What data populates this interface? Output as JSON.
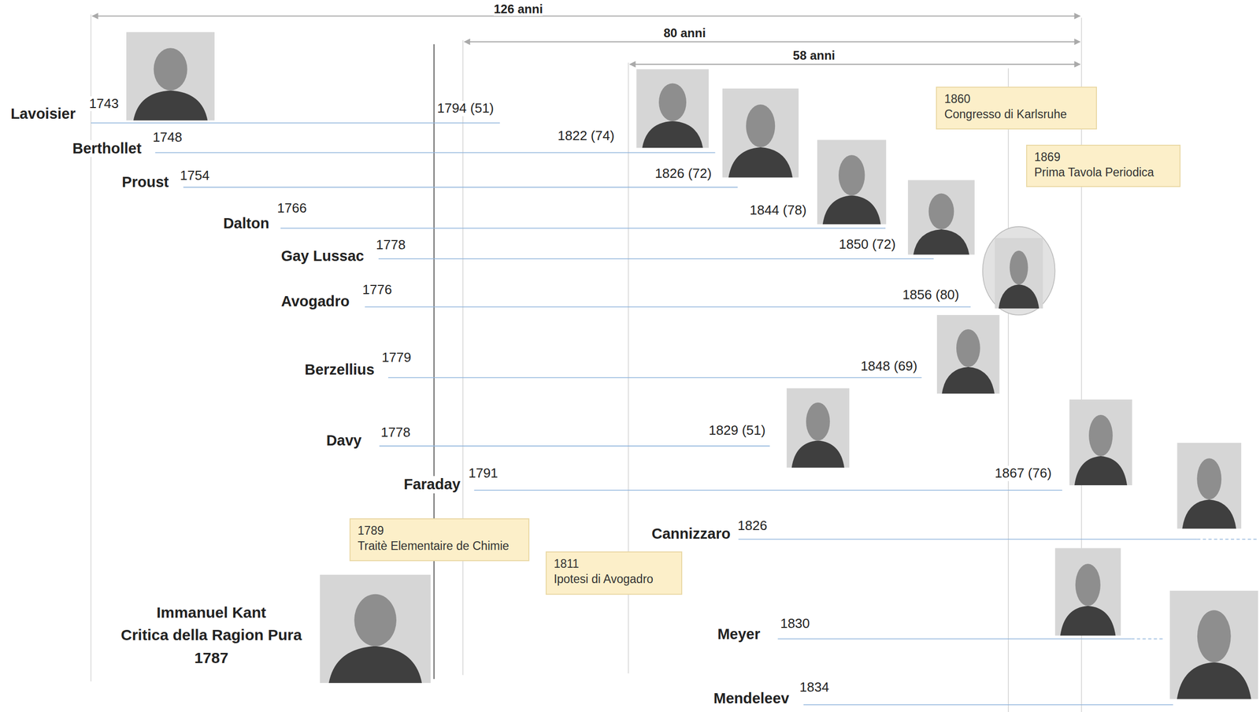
{
  "diagram": {
    "nodes": [
      {
        "text": [
          "1860",
          "Congresso di Karlsruhe"
        ]
      },
      {
        "text": [
          "1869",
          "Prima Tavola Periodica"
        ]
      },
      {
        "text": [
          "1789",
          "Traitè Elementaire de Chimie"
        ]
      },
      {
        "text": [
          "1811",
          "Ipotesi di Avogadro"
        ]
      }
    ],
    "labels": [
      "126 anni",
      "80 anni",
      "58 anni",
      "Lavoisier",
      "1743",
      "1794 (51)",
      "Berthollet",
      "1748",
      "1822 (74)",
      "Proust",
      "1754",
      "1826 (72)",
      "Dalton",
      "1766",
      "1844 (78)",
      "Gay Lussac",
      "1778",
      "1850 (72)",
      "Avogadro",
      "1776",
      "1856 (80)",
      "Berzellius",
      "1779",
      "1848 (69)",
      "Davy",
      "1778",
      "1829 (51)",
      "Faraday",
      "1791",
      "1867 (76)",
      "Cannizzaro",
      "1826",
      "Meyer",
      "1830",
      "Mendeleev",
      "1834",
      "Immanuel Kant",
      "Critica della Ragion Pura",
      "1787"
    ]
  }
}
